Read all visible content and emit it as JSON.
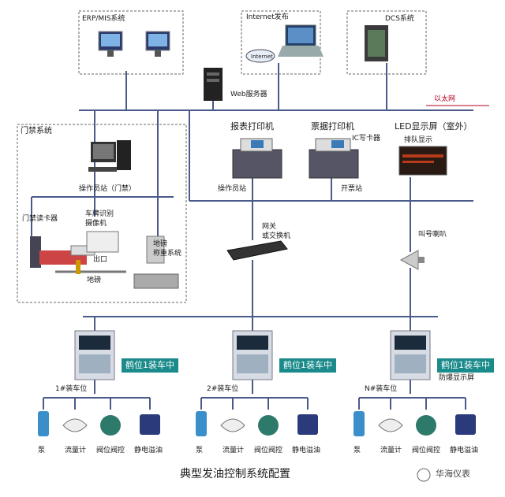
{
  "caption": "典型发油控制系统配置",
  "watermark": "华海仪表",
  "top": {
    "erp": "ERP/MIS系统",
    "internet": "Internet发布",
    "internet_globe": "Internet",
    "dcs": "DCS系统",
    "web": "Web服务器",
    "ethernet": "以太网"
  },
  "access": {
    "title": "门禁系统",
    "station": "操作员站（门禁）",
    "reader": "门禁读卡器",
    "plate": "车牌识别\n摄像机",
    "exit": "出口",
    "scale": "地磅",
    "weigh": "地磅\n称重系统"
  },
  "mid": {
    "report_printer": "报表打印机",
    "ticket_printer": "票据打印机",
    "led_screen": "LED显示屏（室外）",
    "queue": "排队显示",
    "ic": "IC写卡器",
    "operator": "操作员站",
    "ticketing": "开票站",
    "gateway": "网关\n或交换机",
    "horn": "叫号喇叭"
  },
  "bays": [
    {
      "display": "鹤位1装车中",
      "label": "1#装车位"
    },
    {
      "display": "鹤位1装车中",
      "label": "2#装车位"
    },
    {
      "display": "鹤位1装车中",
      "label": "N#装车位",
      "extra": "防爆显示屏"
    }
  ],
  "field": [
    "泵",
    "流量计",
    "阀位阀控",
    "静电溢油"
  ],
  "colors": {
    "bus": "#4a5a8a",
    "dash": "#666666",
    "led": "#1a8a8a",
    "accent": "#b00020"
  }
}
